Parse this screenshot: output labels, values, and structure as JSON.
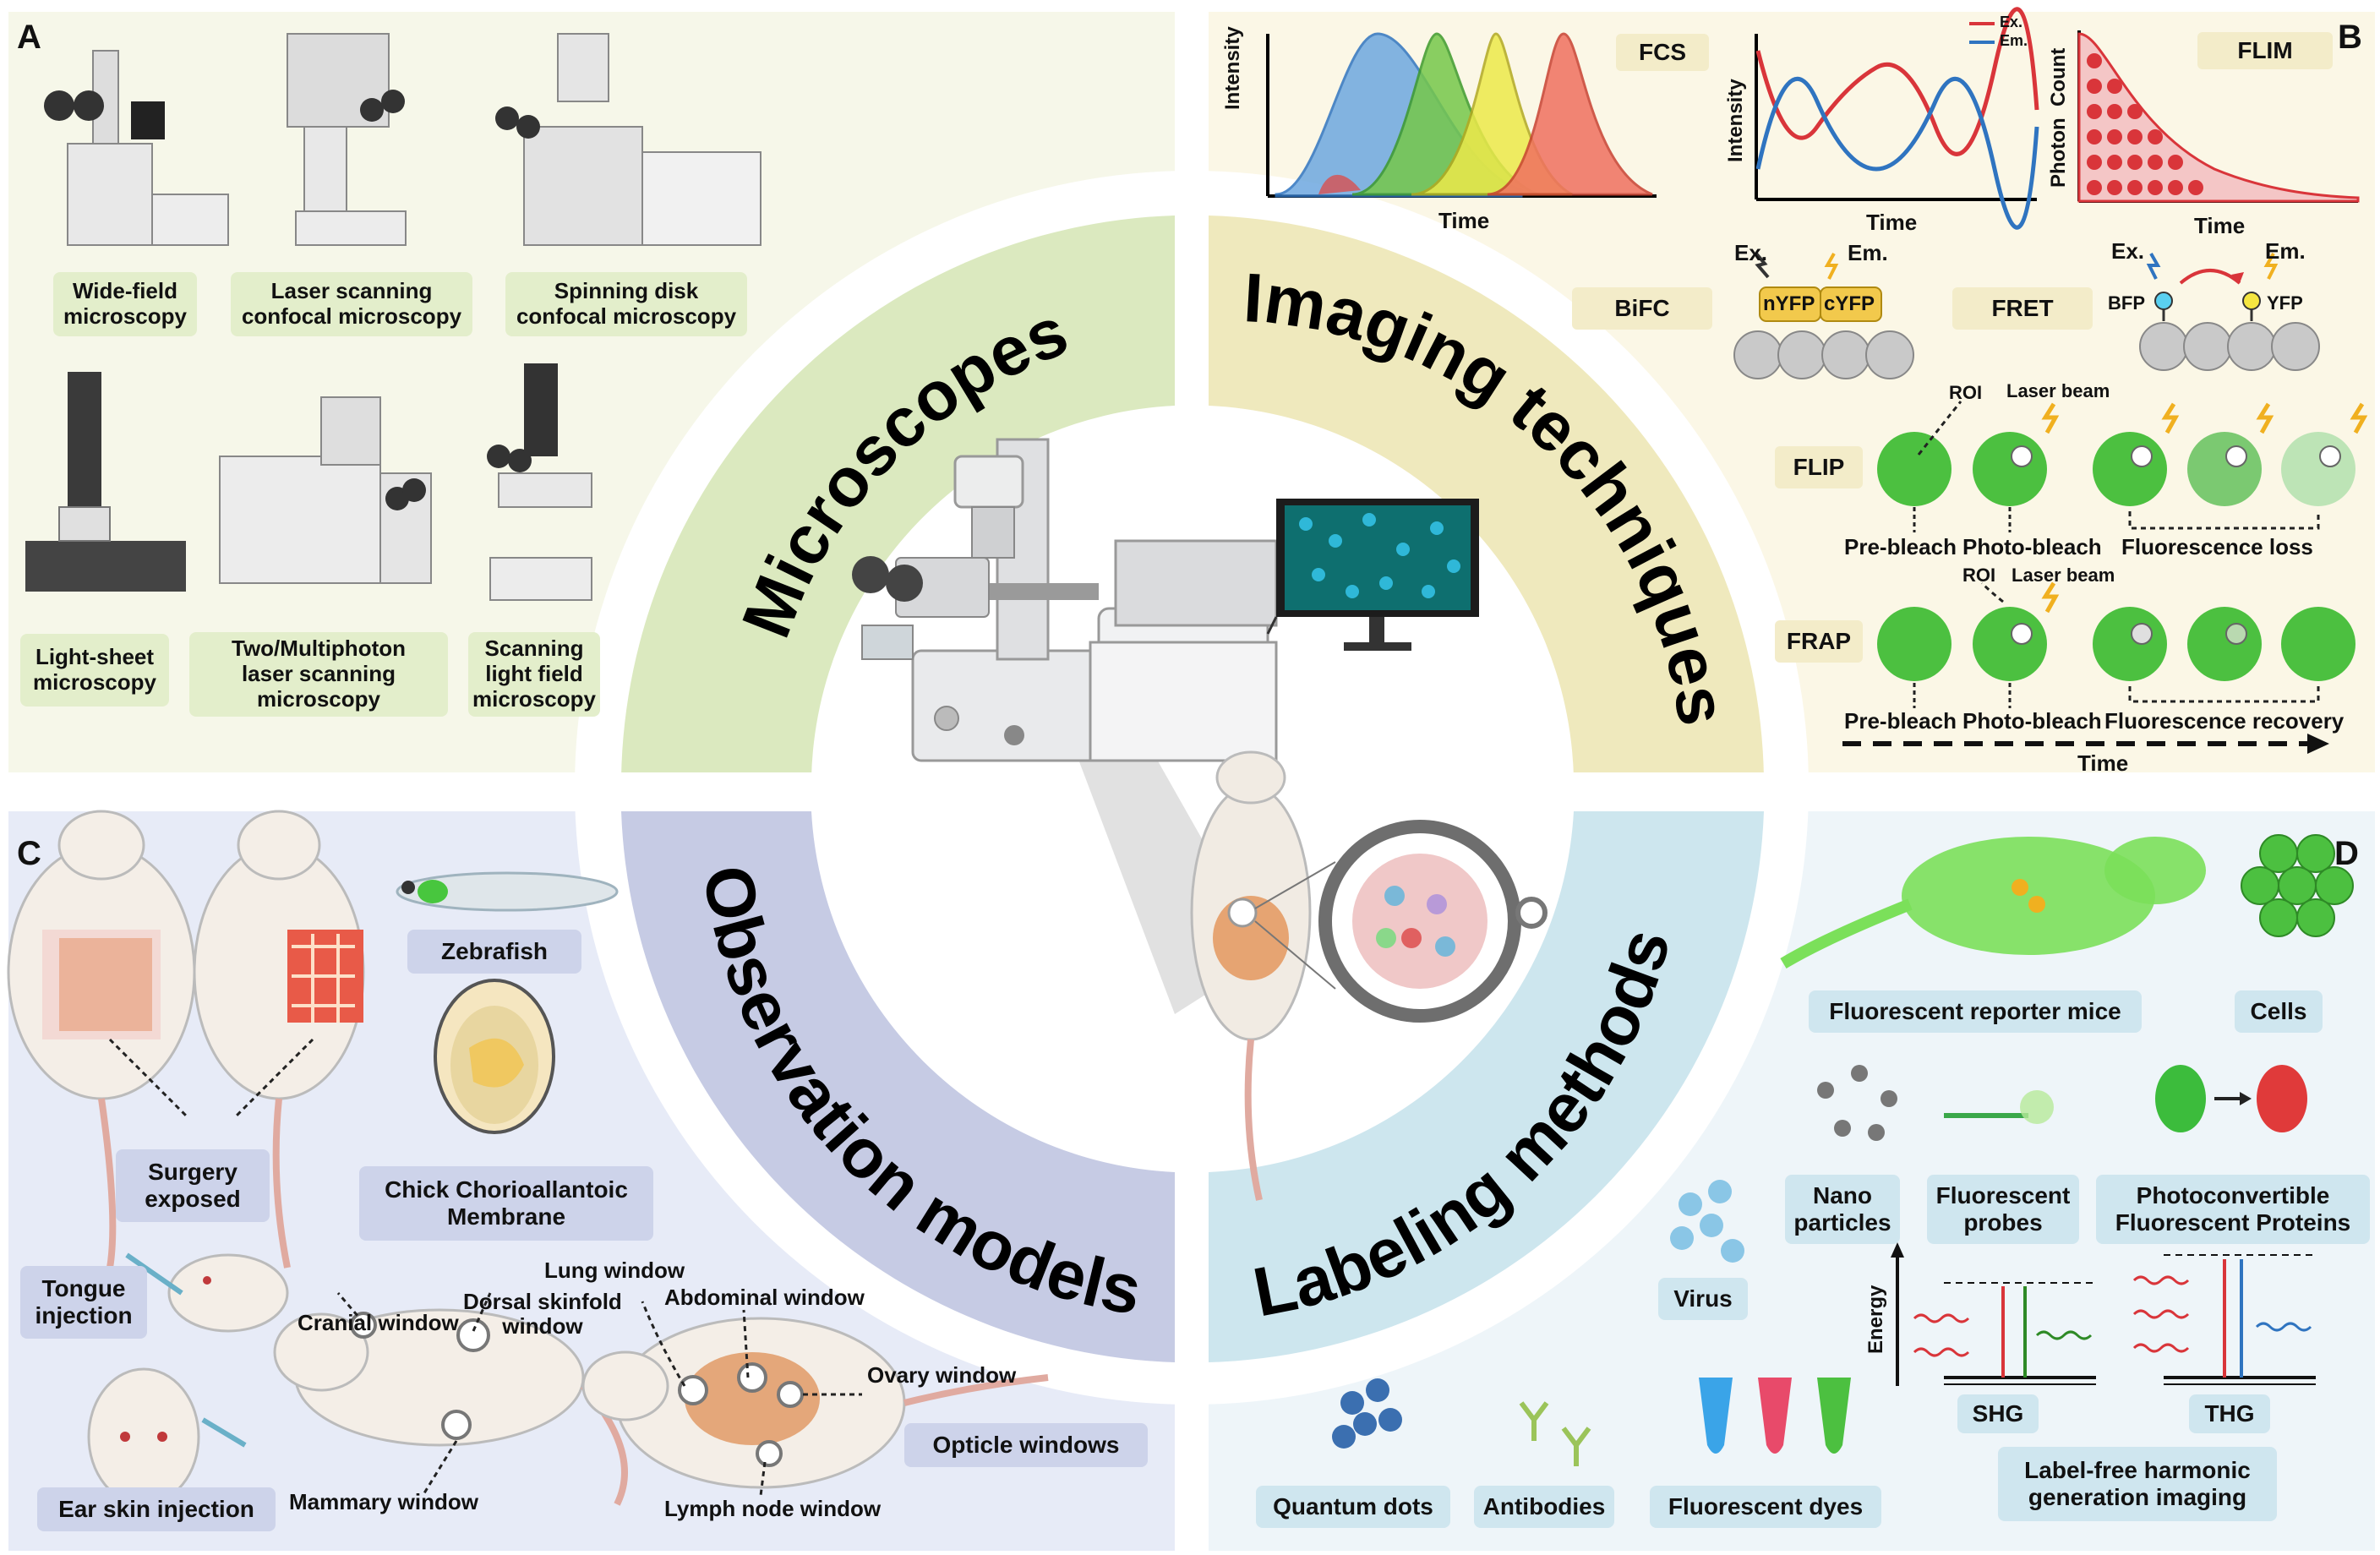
{
  "panels": {
    "a": "A",
    "b": "B",
    "c": "C",
    "d": "D"
  },
  "ring": {
    "microscopes": "Microscopes",
    "imaging": "Imaging techniques",
    "observation": "Observation models",
    "labeling": "Labeling methods"
  },
  "microscopes": {
    "widefield": "Wide-field\nmicroscopy",
    "laser_confocal": "Laser scanning\nconfocal microscopy",
    "spinning": "Spinning disk\nconfocal microscopy",
    "lightsheet": "Light-sheet\nmicroscopy",
    "multiphoton": "Two/Multiphoton\nlaser scanning\nmicroscopy",
    "lightfield": "Scanning\nlight field\nmicroscopy"
  },
  "imaging": {
    "fcs": "FCS",
    "fcs_ylabel": "Intensity",
    "fcs_xlabel": "Time",
    "osc_ylabel": "Intensity",
    "osc_xlabel": "Time",
    "osc_legend_ex": "Ex.",
    "osc_legend_em": "Em.",
    "flim": "FLIM",
    "flim_ylabel": "Photon  Count",
    "flim_xlabel": "Time",
    "bifc": "BiFC",
    "bifc_ex": "Ex.",
    "bifc_em": "Em.",
    "nyfp": "nYFP",
    "cyfp": "cYFP",
    "fret": "FRET",
    "fret_ex": "Ex.",
    "fret_em": "Em.",
    "bfp": "BFP",
    "yfp": "YFP",
    "flip": "FLIP",
    "frap": "FRAP",
    "roi": "ROI",
    "laser_beam": "Laser beam",
    "prebleach": "Pre-bleach",
    "photobleach": "Photo-bleach",
    "fluor_loss": "Fluorescence loss",
    "fluor_recovery": "Fluorescence recovery",
    "time": "Time"
  },
  "observation": {
    "zebrafish": "Zebrafish",
    "cam": "Chick Chorioallantoic\nMembrane",
    "surgery": "Surgery\nexposed",
    "tongue": "Tongue\ninjection",
    "ear": "Ear skin injection",
    "cranial": "Cranial window",
    "dorsal": "Dorsal skinfold\nwindow",
    "lung": "Lung window",
    "abdominal": "Abdominal window",
    "ovary": "Ovary window",
    "mammary": "Mammary window",
    "lymph": "Lymph node window",
    "optical": "Opticle windows"
  },
  "labeling": {
    "reporter": "Fluorescent reporter mice",
    "cells": "Cells",
    "nano": "Nano\nparticles",
    "probes": "Fluorescent\nprobes",
    "photoconv": "Photoconvertible\nFluorescent Proteins",
    "virus": "Virus",
    "energy": "Energy",
    "shg": "SHG",
    "thg": "THG",
    "harmonic": "Label-free harmonic\ngeneration imaging",
    "qdots": "Quantum dots",
    "antibodies": "Antibodies",
    "dyes": "Fluorescent dyes"
  },
  "colors": {
    "microscopes_arc": "#dbe9bf",
    "imaging_arc": "#efe9bd",
    "observation_arc": "#c6cbe4",
    "labeling_arc": "#cde6ee",
    "fluor_green": "#48c63e",
    "ex_red": "#d9353a",
    "em_blue": "#2f74c0"
  }
}
